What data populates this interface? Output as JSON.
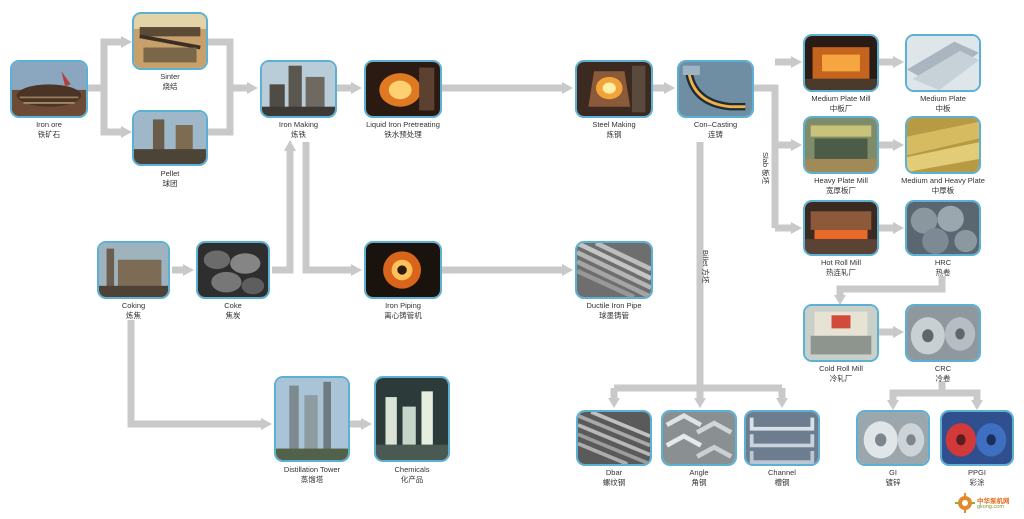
{
  "nodes": {
    "iron_ore": {
      "en": "Iron ore",
      "zh": "铁矿石"
    },
    "sinter": {
      "en": "Sinter",
      "zh": "烧结"
    },
    "pellet": {
      "en": "Pellet",
      "zh": "球团"
    },
    "iron_making": {
      "en": "Iron Making",
      "zh": "炼铁"
    },
    "liquid_iron": {
      "en": "Liquid Iron Pretreating",
      "zh": "铁水预处理"
    },
    "steel_making": {
      "en": "Steel Making",
      "zh": "炼钢"
    },
    "con_casting": {
      "en": "Con–Casting",
      "zh": "连铸"
    },
    "medium_plate_mill": {
      "en": "Medium Plate Mill",
      "zh": "中板厂"
    },
    "medium_plate": {
      "en": "Medium Plate",
      "zh": "中板"
    },
    "heavy_plate_mill": {
      "en": "Heavy Plate Mill",
      "zh": "宽厚板厂"
    },
    "medium_heavy_plate": {
      "en": "Medium and Heavy Plate",
      "zh": "中厚板"
    },
    "hot_roll_mill": {
      "en": "Hot Roll Mill",
      "zh": "热连轧厂"
    },
    "hrc": {
      "en": "HRC",
      "zh": "热卷"
    },
    "cold_roll_mill": {
      "en": "Cold Roll Mill",
      "zh": "冷轧厂"
    },
    "crc": {
      "en": "CRC",
      "zh": "冷卷"
    },
    "coking": {
      "en": "Coking",
      "zh": "炼焦"
    },
    "coke": {
      "en": "Coke",
      "zh": "焦炭"
    },
    "iron_piping": {
      "en": "Iron Piping",
      "zh": "离心铸管机"
    },
    "ductile_pipe": {
      "en": "Ductile Iron Pipe",
      "zh": "球墨铸管"
    },
    "distillation": {
      "en": "Distillation Tower",
      "zh": "蒸馏塔"
    },
    "chemicals": {
      "en": "Chemicals",
      "zh": "化产品"
    },
    "dbar": {
      "en": "Dbar",
      "zh": "螺纹钢"
    },
    "angle": {
      "en": "Angle",
      "zh": "角钢"
    },
    "channel": {
      "en": "Channel",
      "zh": "槽钢"
    },
    "gi": {
      "en": "GI",
      "zh": "镀锌"
    },
    "ppgi": {
      "en": "PPGI",
      "zh": "彩涂"
    }
  },
  "branch_labels": {
    "slab": "Slab  板坯",
    "billet": "Billet  方坯"
  },
  "watermark": {
    "line1": "中华泵机网",
    "line2": "gkong.com"
  },
  "colors": {
    "arrow": "#c9c9c9",
    "frame": "#5cb0d3"
  }
}
